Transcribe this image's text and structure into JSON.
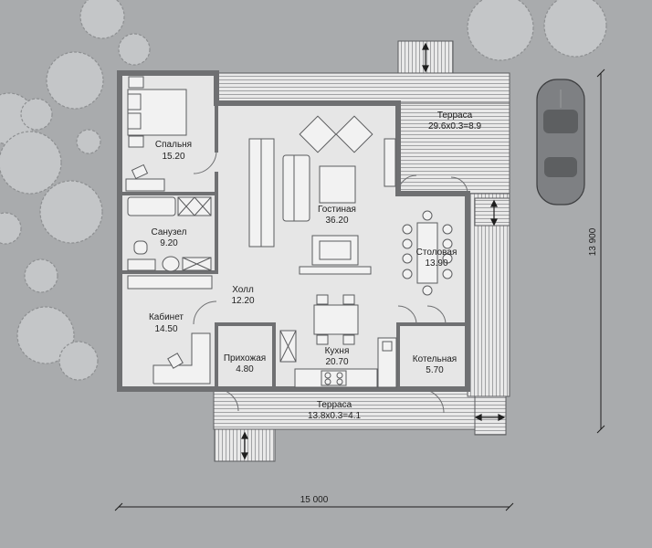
{
  "rooms": {
    "bedroom": {
      "name": "Спальня",
      "area": "15.20"
    },
    "bathroom": {
      "name": "Санузел",
      "area": "9.20"
    },
    "office": {
      "name": "Кабинет",
      "area": "14.50"
    },
    "hall": {
      "name": "Холл",
      "area": "12.20"
    },
    "living": {
      "name": "Гостиная",
      "area": "36.20"
    },
    "dining": {
      "name": "Столовая",
      "area": "13.90"
    },
    "entry": {
      "name": "Прихожая",
      "area": "4.80"
    },
    "kitchen": {
      "name": "Кухня",
      "area": "20.70"
    },
    "boiler": {
      "name": "Котельная",
      "area": "5.70"
    },
    "terrace_top": {
      "name": "Терраса",
      "area": "29.6x0.3=8.9"
    },
    "terrace_bottom": {
      "name": "Терраса",
      "area": "13.8x0.3=4.1"
    }
  },
  "dimensions": {
    "width": "15 000",
    "height": "13 900"
  },
  "colors": {
    "background": "#a9abad",
    "floor": "#e6e6e6",
    "wall": "#6f7072",
    "tree": "#c4c6c8",
    "car": "#7e8083"
  }
}
